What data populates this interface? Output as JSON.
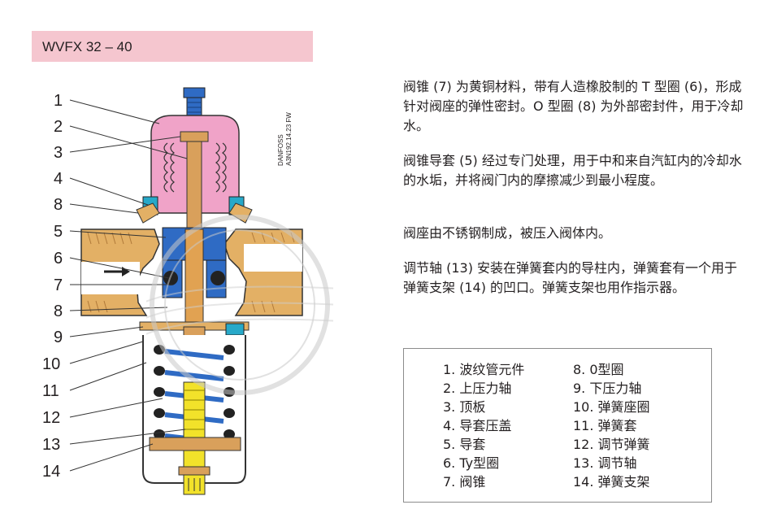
{
  "title": "WVFX 32 – 40",
  "doc_code": [
    "DANFOSS",
    "A3N192.14.23 FW"
  ],
  "paragraphs": [
    "阀锥 (7) 为黄铜材料，带有人造橡胶制的 T 型圈 (6)，形成针对阀座的弹性密封。O 型圈 (8) 为外部密封件，用于冷却水。",
    "阀锥导套 (5) 经过专门处理，用于中和来自汽缸内的冷却水的水垢，并将阀门内的摩擦减少到最小程度。",
    "阀座由不锈钢制成，被压入阀体内。",
    "调节轴 (13) 安装在弹簧套内的导柱内，弹簧套有一个用于弹簧支架 (14) 的凹口。弹簧支架也用作指示器。"
  ],
  "callouts": [
    "1",
    "2",
    "3",
    "4",
    "8",
    "5",
    "6",
    "7",
    "8",
    "9",
    "10",
    "11",
    "12",
    "13",
    "14"
  ],
  "legend": {
    "left": [
      "1. 波纹管元件",
      "2. 上压力轴",
      "3. 顶板",
      "4. 导套压盖",
      "5. 导套",
      "6. Ty型圈",
      "7. 阀锥"
    ],
    "right": [
      "8. 0型圈",
      "9. 下压力轴",
      "10. 弹簧座圈",
      "11. 弹簧套",
      "12. 调节弹簧",
      "13. 调节轴",
      "14. 弹簧支架"
    ]
  },
  "colors": {
    "title_bg": "#f5c6cf",
    "pink": "#f0a3c8",
    "brass": "#d9a05b",
    "blue": "#2f6bc4",
    "yellow": "#f2e22a",
    "teal": "#27a9c9"
  }
}
